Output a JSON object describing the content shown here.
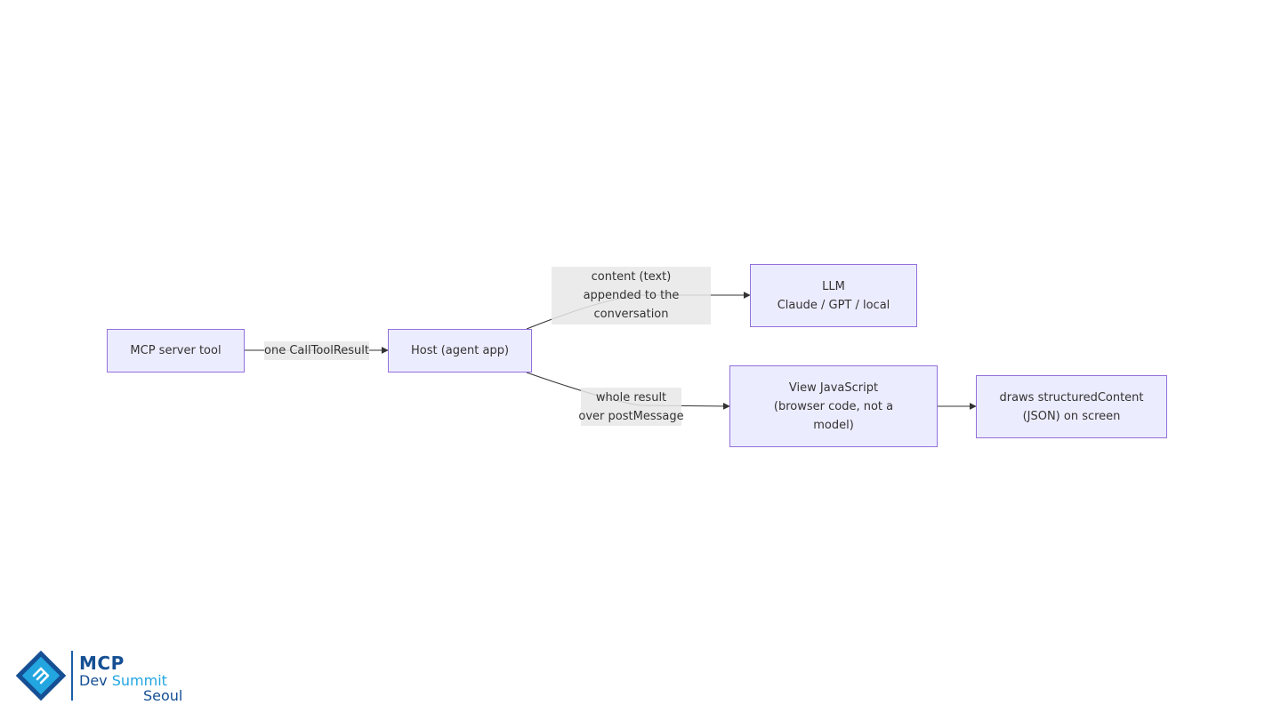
{
  "diagram": {
    "nodes": {
      "mcp_server": {
        "lines": [
          "MCP server tool"
        ]
      },
      "host": {
        "lines": [
          "Host (agent app)"
        ]
      },
      "llm": {
        "lines": [
          "LLM",
          "Claude / GPT / local"
        ]
      },
      "view_js": {
        "lines": [
          "View JavaScript",
          "(browser code, not a",
          "model)"
        ]
      },
      "draws": {
        "lines": [
          "draws structuredContent",
          "(JSON) on screen"
        ]
      }
    },
    "edges": {
      "server_to_host": {
        "lines": [
          "one CallToolResult"
        ]
      },
      "host_to_llm": {
        "lines": [
          "content (text)",
          "appended to the",
          "conversation"
        ]
      },
      "host_to_view": {
        "lines": [
          "whole result",
          "over postMessage"
        ]
      },
      "view_to_draws": {
        "lines": []
      }
    }
  },
  "logo": {
    "line1": "MCP",
    "line2_a": "Dev",
    "line2_b": "Summit",
    "line3": "Seoul"
  },
  "colors": {
    "node_fill": "#ececff",
    "node_border": "#9370db",
    "edge": "#333333",
    "label_bg": "#e8e8e8",
    "logo_dark": "#154f94",
    "logo_light": "#23a6e0"
  }
}
